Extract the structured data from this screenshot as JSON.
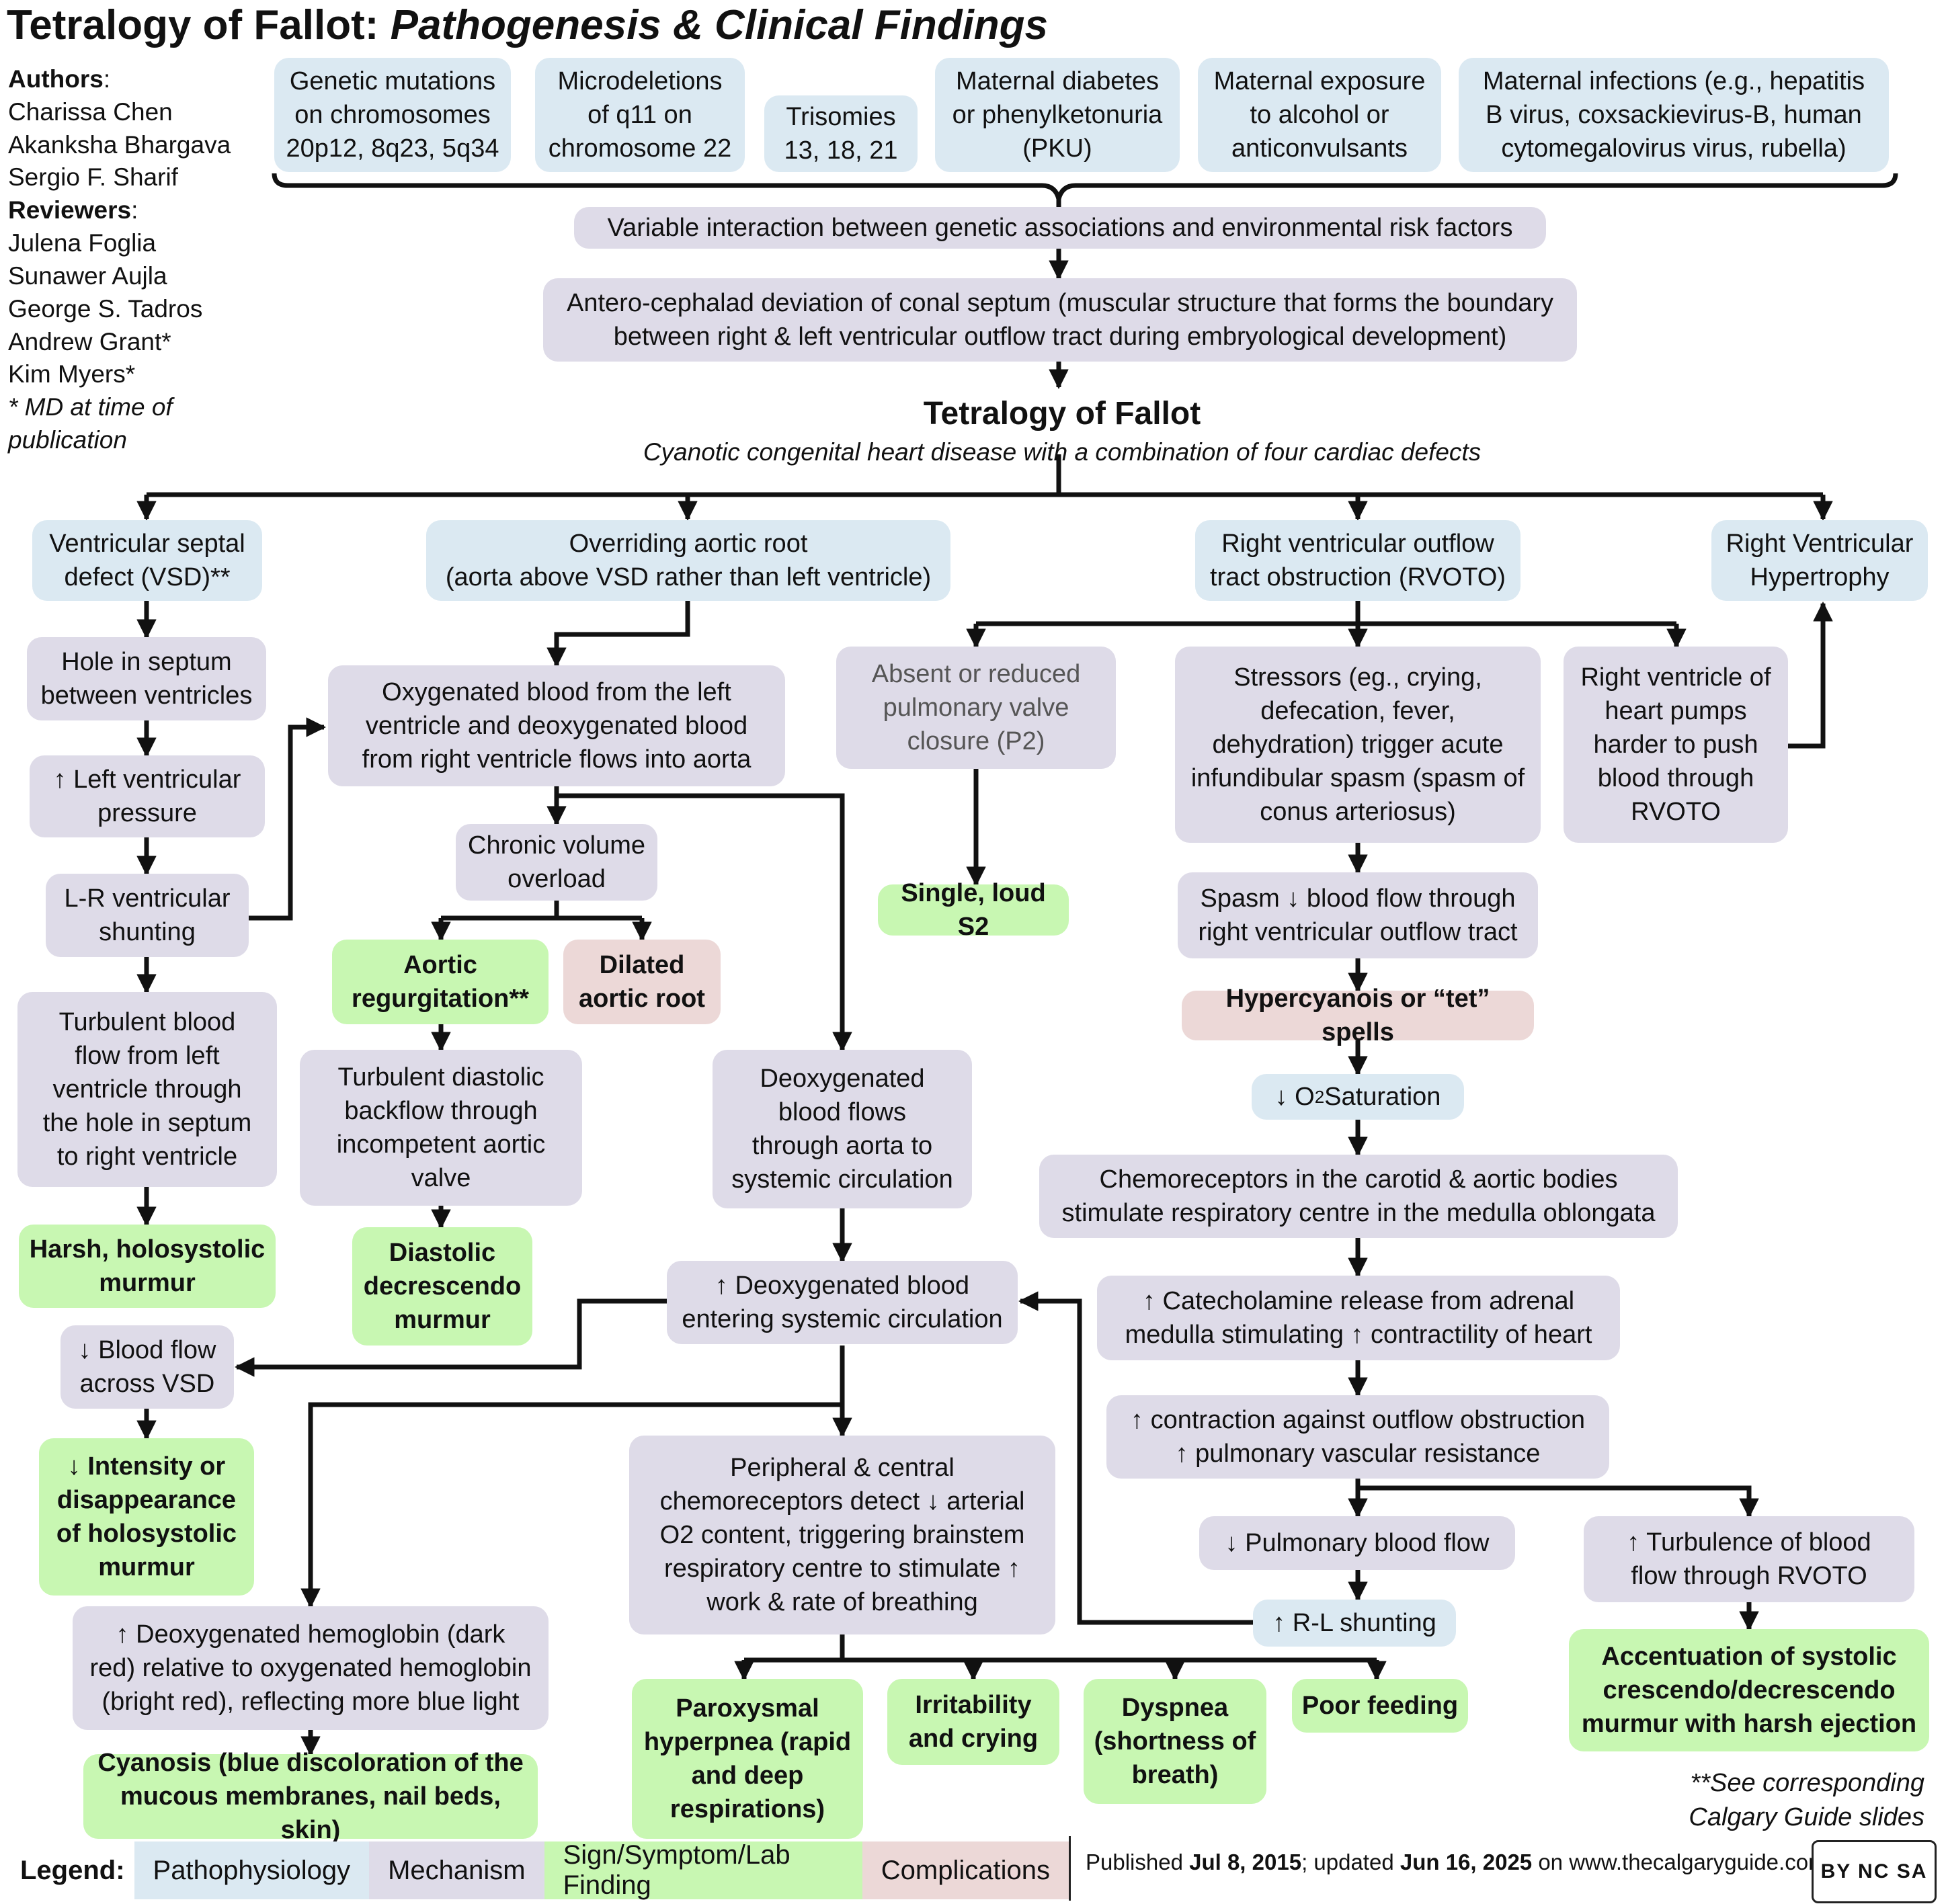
{
  "title": {
    "main": "Tetralogy of Fallot",
    "colon": ":",
    "sub": "Pathogenesis & Clinical Findings"
  },
  "authors": {
    "authors_label": "Authors",
    "authors": [
      "Charissa Chen",
      "Akanksha Bhargava",
      "Sergio F. Sharif"
    ],
    "reviewers_label": "Reviewers",
    "reviewers": [
      "Julena Foglia",
      "Sunawer Aujla",
      "George S. Tadros",
      "Andrew Grant*",
      "Kim Myers*"
    ],
    "note": "* MD at time of publication"
  },
  "risk_factors": [
    "Genetic mutations\non chromosomes\n20p12, 8q23, 5q34",
    "Microdeletions\nof q11 on\nchromosome 22",
    "Trisomies\n13, 18, 21",
    "Maternal diabetes\nor phenylketonuria\n(PKU)",
    "Maternal exposure\nto alcohol or\nanticonvulsants",
    "Maternal infections (e.g., hepatitis\nB virus, coxsackievirus-B, human\ncytomegalovirus virus, rubella)"
  ],
  "variable_interaction": "Variable interaction between genetic associations and environmental risk factors",
  "conal_septum": "Antero-cephalad deviation of conal septum (muscular structure that forms the boundary\nbetween right & left ventricular outflow tract during embryological development)",
  "tof": {
    "title": "Tetralogy of Fallot",
    "subtitle": "Cyanotic congenital heart disease with a combination of four cardiac defects"
  },
  "vsd_branch": {
    "vsd": "Ventricular septal\ndefect (VSD)**",
    "hole": "Hole in septum\nbetween ventricles",
    "lv_pressure": "↑ Left ventricular\npressure",
    "lr_shunting": "L-R ventricular\nshunting",
    "turbulent": "Turbulent blood\nflow from left\nventricle through\nthe hole in septum\nto right ventricle",
    "harsh": "Harsh, holosystolic\nmurmur",
    "blood_flow": "↓ Blood flow\nacross VSD",
    "intensity": "↓ Intensity or\ndisappearance\nof holosystolic\nmurmur"
  },
  "aortic_branch": {
    "overriding": "Overriding aortic root\n(aorta above VSD rather than left ventricle)",
    "oxygenated_mix": "Oxygenated blood from the left\nventricle and deoxygenated blood\nfrom right ventricle flows into aorta",
    "volume_overload": "Chronic volume\noverload",
    "aortic_regurg": "Aortic\nregurgitation**",
    "dilated_root": "Dilated\naortic root",
    "turbulent_diastolic": "Turbulent diastolic\nbackflow through\nincompetent aortic\nvalve",
    "diastolic_murmur": "Diastolic\ndecrescendo\nmurmur",
    "deoxy_systemic": "Deoxygenated\nblood flows\nthrough aorta to\nsystemic circulation",
    "deoxy_entering": "↑ Deoxygenated blood\nentering systemic circulation",
    "deoxy_hemoglobin": "↑ Deoxygenated hemoglobin (dark\nred) relative to oxygenated hemoglobin\n(bright red), reflecting more blue light",
    "cyanosis": "Cyanosis (blue discoloration of the\nmucous membranes, nail beds, skin)",
    "chemoreceptors_peripheral": "Peripheral & central\nchemoreceptors detect ↓ arterial\nO2 content, triggering brainstem\nrespiratory centre to stimulate ↑\nwork & rate of breathing",
    "hyperpnea": "Paroxysmal\nhyperpnea (rapid\nand deep\nrespirations)",
    "irritability": "Irritability\nand crying",
    "dyspnea": "Dyspnea\n(shortness of\nbreath)",
    "poor_feeding": "Poor feeding"
  },
  "rvoto_branch": {
    "rvoto": "Right ventricular outflow\ntract obstruction (RVOTO)",
    "absent_valve": "Absent or reduced\npulmonary valve\nclosure (P2)",
    "single_s2": "Single, loud S2",
    "stressors": "Stressors (eg., crying,\ndefecation, fever,\ndehydration) trigger acute\ninfundibular spasm (spasm of\nconus arteriosus)",
    "spasm": "Spasm ↓ blood flow through\nright ventricular outflow tract",
    "tet_spells": "Hypercyanois or “tet” spells",
    "o2_prefix": "↓ O",
    "o2_sub": "2",
    "o2_suffix": " Saturation",
    "chemoreceptors": "Chemoreceptors in the carotid & aortic bodies\nstimulate respiratory centre in the medulla oblongata",
    "catecholamine": "↑ Catecholamine release from adrenal\nmedulla stimulating ↑ contractility of heart",
    "contraction": "↑ contraction against outflow obstruction\n↑ pulmonary vascular resistance",
    "pulm_flow": "↓ Pulmonary blood flow",
    "rl_shunting": "↑ R-L shunting",
    "turbulence": "↑ Turbulence of blood\nflow through RVOTO",
    "accentuation": "Accentuation of systolic\ncrescendo/decrescendo\nmurmur with harsh ejection",
    "rv_pumps": "Right ventricle of\nheart pumps\nharder to push\nblood through\nRVOTO"
  },
  "rvh": "Right Ventricular\nHypertrophy",
  "footnote": "**See corresponding\nCalgary Guide slides",
  "legend": {
    "label": "Legend:",
    "items": [
      "Pathophysiology",
      "Mechanism",
      "Sign/Symptom/Lab Finding",
      "Complications"
    ]
  },
  "published": {
    "prefix": "Published ",
    "date1": "Jul 8, 2015",
    "middle": "; updated ",
    "date2": "Jun 16, 2025",
    "suffix": " on www.thecalgaryguide.com"
  },
  "license": "BY NC SA",
  "colors": {
    "pathophysiology": "#dbe9f2",
    "mechanism": "#dedbe8",
    "sign": "#c8f7b2",
    "complication": "#ecd8d7"
  }
}
